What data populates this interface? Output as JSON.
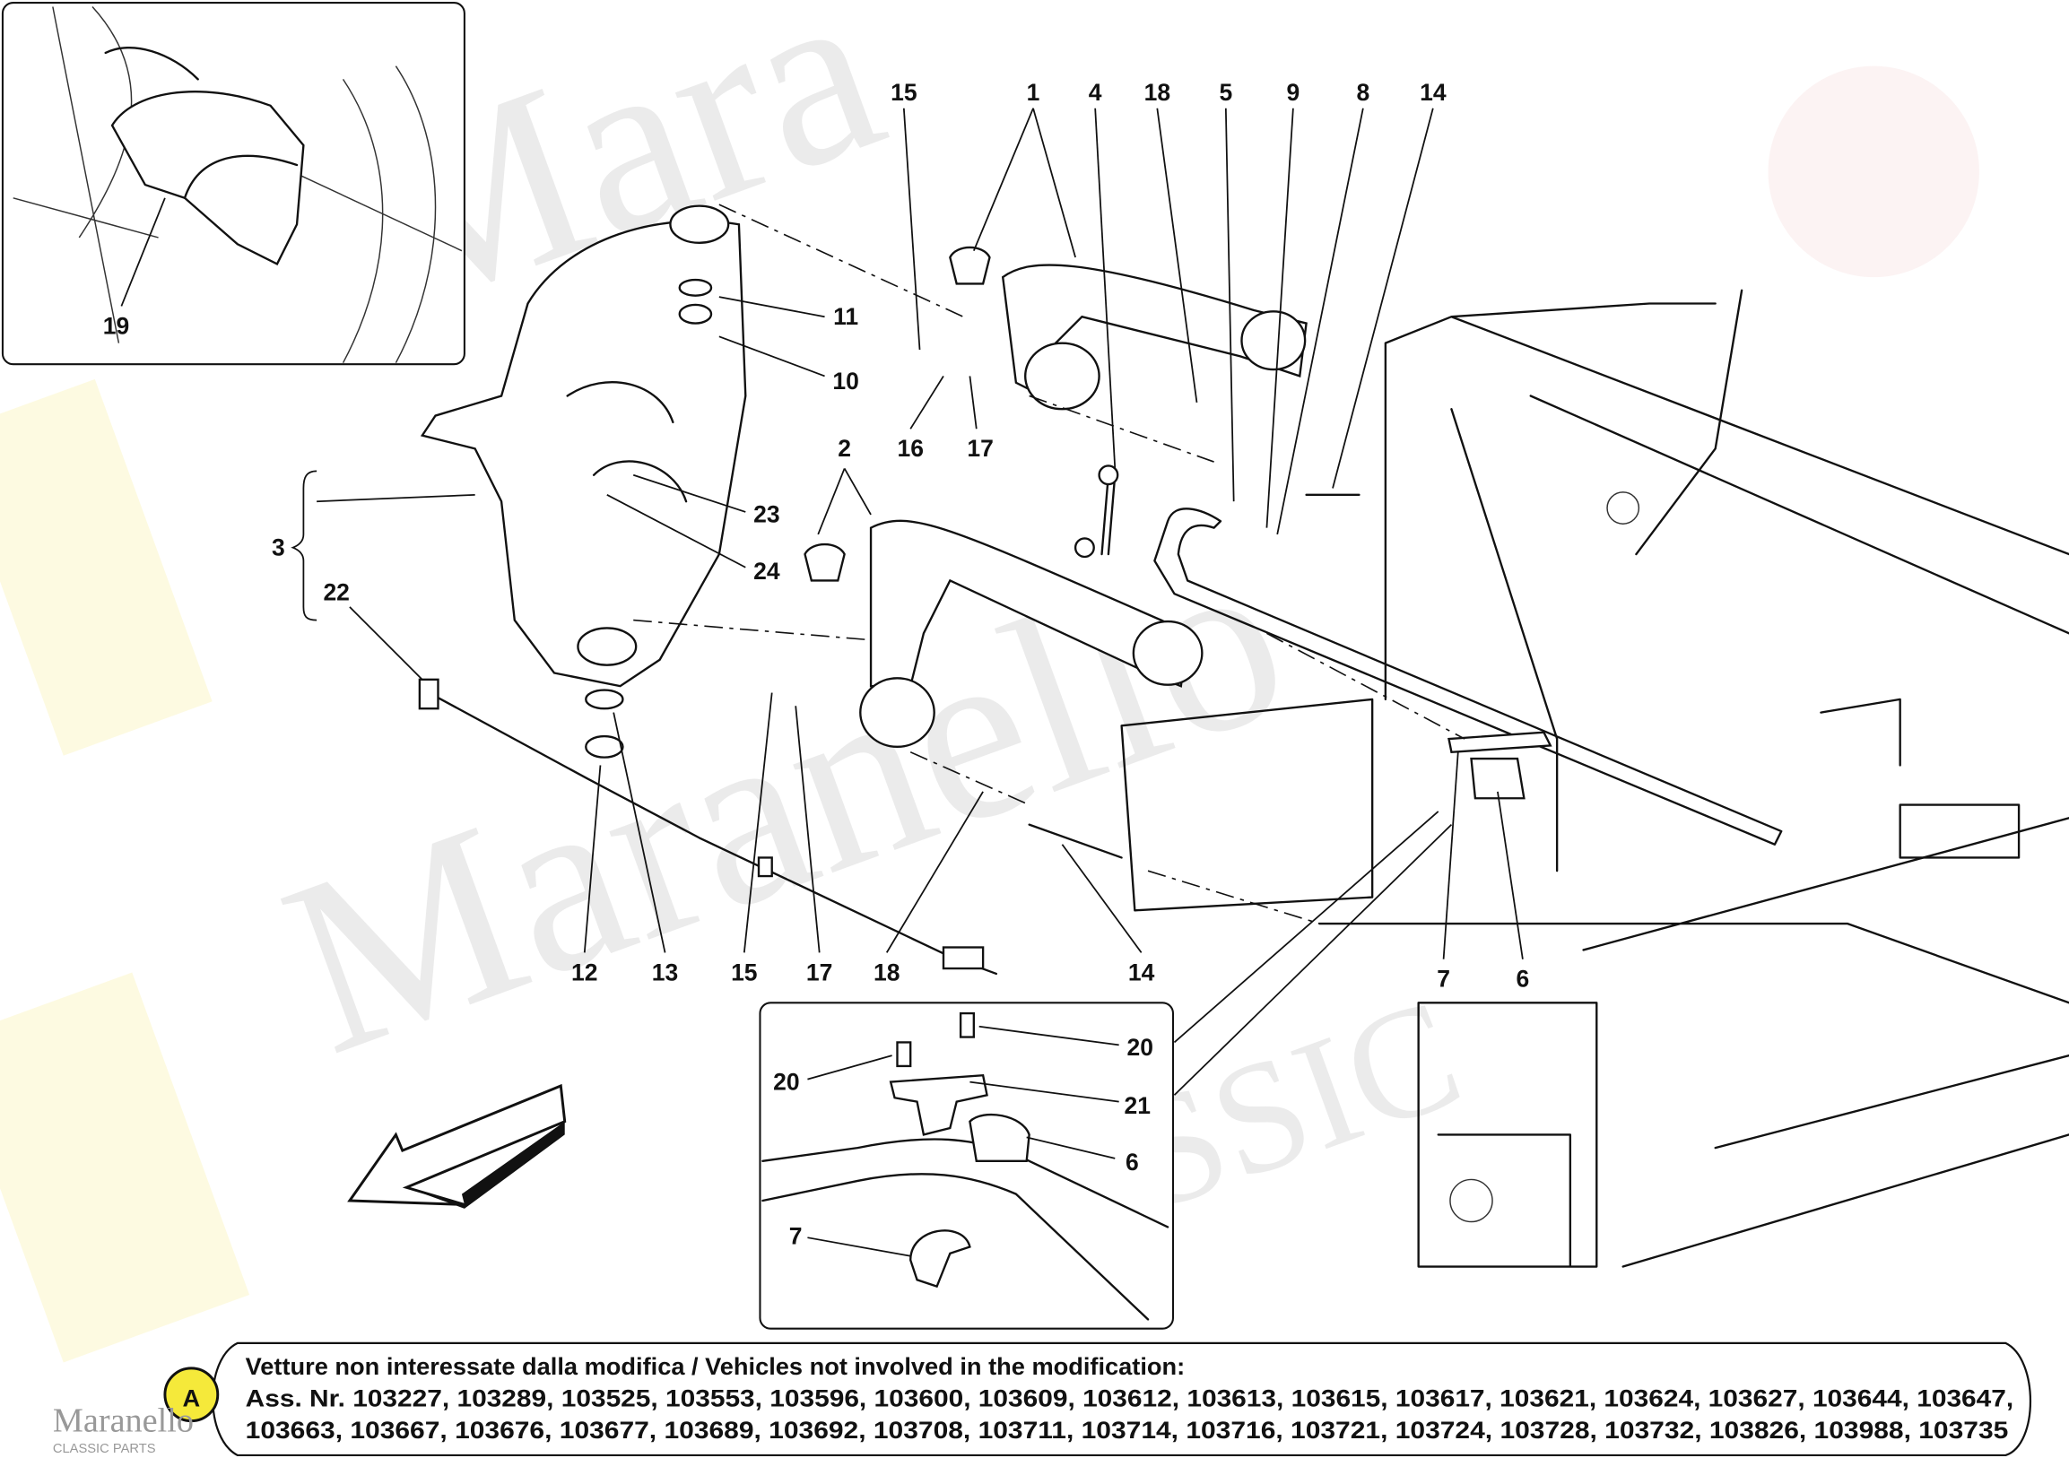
{
  "diagram": {
    "callouts": [
      "15",
      "1",
      "4",
      "18",
      "5",
      "9",
      "8",
      "14",
      "11",
      "10",
      "16",
      "17",
      "2",
      "23",
      "24",
      "3",
      "22",
      "12",
      "13",
      "15",
      "17",
      "18",
      "14",
      "7",
      "6",
      "19",
      "20",
      "20",
      "21",
      "6",
      "7"
    ],
    "note": {
      "badge": "A",
      "title": "Vetture non interessate dalla modifica / Vehicles not involved in the modification:",
      "line1": "Ass. Nr. 103227, 103289, 103525, 103553, 103596, 103600, 103609, 103612, 103613, 103615, 103617, 103621, 103624, 103627, 103644, 103647,",
      "line2": "103663, 103667, 103676, 103677, 103689, 103692, 103708, 103711, 103714, 103716, 103721, 103724, 103728, 103732, 103826, 103988, 103735"
    },
    "watermark": {
      "brand": "Maranello",
      "sub": "CLASSIC PARTS"
    },
    "colors": {
      "badge": "#f5e93a",
      "line": "#111111",
      "watermark": "#bbbbbb"
    }
  }
}
